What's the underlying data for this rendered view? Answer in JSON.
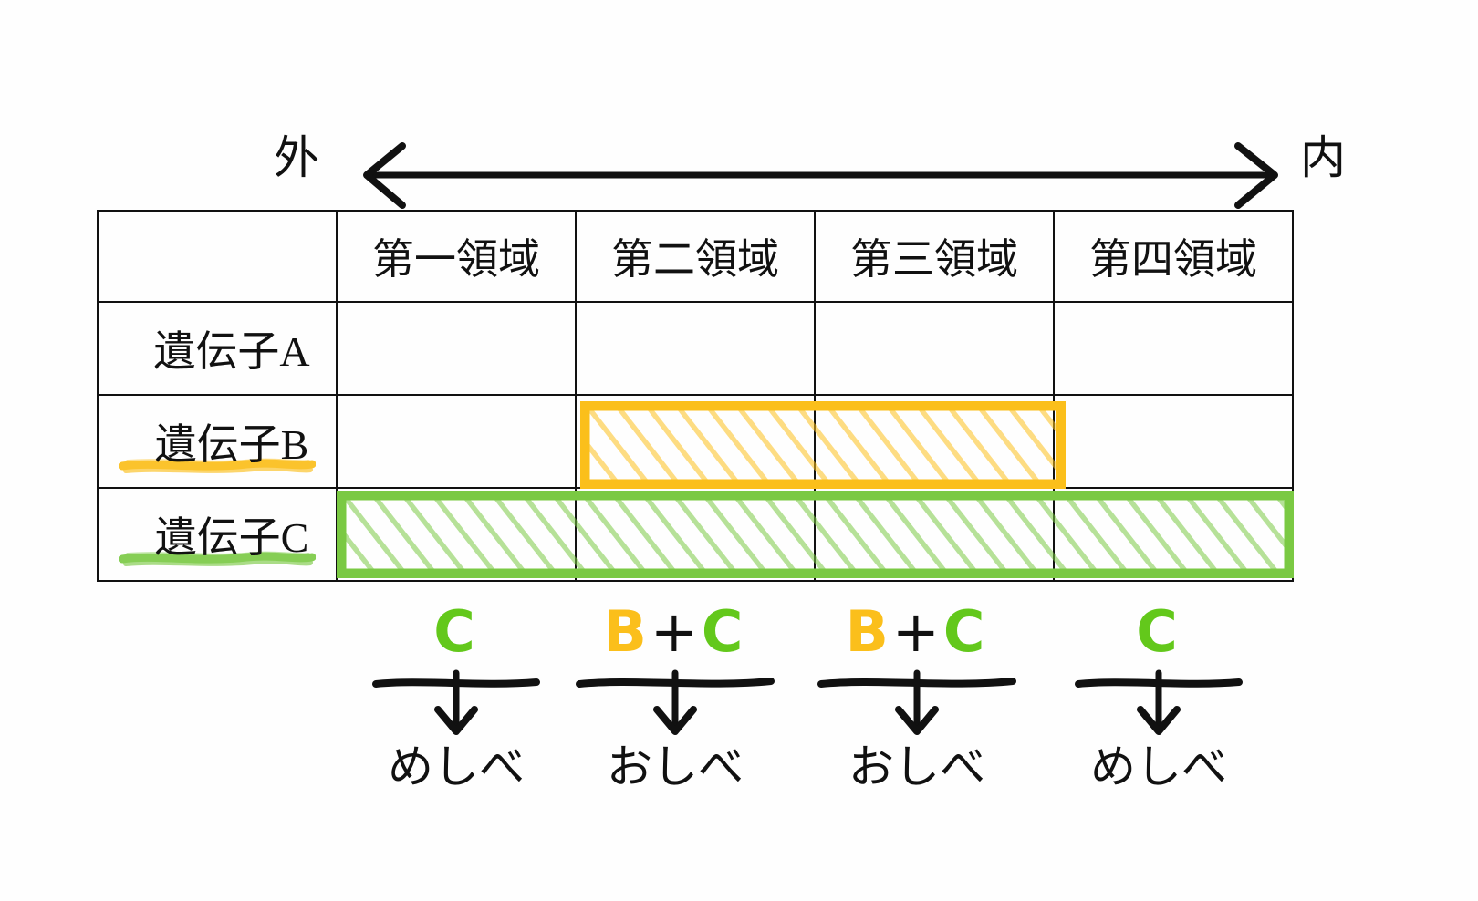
{
  "direction": {
    "left_label": "外",
    "right_label": "内",
    "arrow": "double-headed-horizontal-arrow"
  },
  "table": {
    "corner_label": "",
    "column_headers": [
      "第一領域",
      "第二領域",
      "第三領域",
      "第四領域"
    ],
    "rows": [
      {
        "label": "遺伝子A",
        "underline_color": "",
        "highlight": [
          false,
          false,
          false,
          false
        ]
      },
      {
        "label": "遺伝子B",
        "underline_color": "#fbbf1b",
        "highlight": [
          false,
          true,
          true,
          false
        ]
      },
      {
        "label": "遺伝子C",
        "underline_color": "#7ac943",
        "highlight": [
          true,
          true,
          true,
          true
        ]
      }
    ]
  },
  "annotations": [
    {
      "terms": [
        {
          "text": "C",
          "color": "green"
        }
      ],
      "organ": "めしべ"
    },
    {
      "terms": [
        {
          "text": "B",
          "color": "orange"
        },
        {
          "text": "+",
          "color": "black"
        },
        {
          "text": "C",
          "color": "green"
        }
      ],
      "organ": "おしべ"
    },
    {
      "terms": [
        {
          "text": "B",
          "color": "orange"
        },
        {
          "text": "+",
          "color": "black"
        },
        {
          "text": "C",
          "color": "green"
        }
      ],
      "organ": "おしべ"
    },
    {
      "terms": [
        {
          "text": "C",
          "color": "green"
        }
      ],
      "organ": "めしべ"
    }
  ],
  "annot_1": {
    "b": "",
    "plus": "",
    "c": "C",
    "organ": "めしべ"
  },
  "annot_2": {
    "b": "B",
    "plus": "+",
    "c": "C",
    "organ": "おしべ"
  },
  "annot_3": {
    "b": "B",
    "plus": "+",
    "c": "C",
    "organ": "おしべ"
  },
  "annot_4": {
    "b": "",
    "plus": "",
    "c": "C",
    "organ": "めしべ"
  },
  "colors": {
    "orange": "#fbbf1b",
    "green_letter": "#63c81b",
    "green_box": "#7ac943",
    "ink": "#111111",
    "background": "#ffffff"
  }
}
